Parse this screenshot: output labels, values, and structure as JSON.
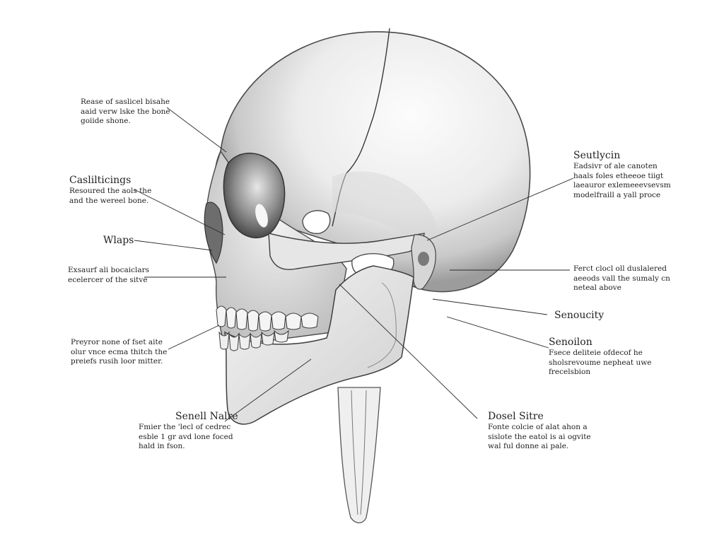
{
  "labels": {
    "l1": {
      "title": "",
      "desc": [
        "Rease of saslicel bisahe",
        "aaid verw lske the bone",
        "goiide shone."
      ]
    },
    "l2": {
      "title": "Caslilticings",
      "desc": [
        "Resoured the aols the",
        "and the wereel bone."
      ]
    },
    "l3": {
      "title": "Wlaps",
      "desc": []
    },
    "l4": {
      "title": "",
      "desc": [
        "Exsaurf ali bocaiclars",
        "ecelercer of the sitve"
      ]
    },
    "l5": {
      "title": "",
      "desc": [
        "Preyror none of fset aite",
        "olur vnce ecma thitch the",
        "preiefs rusih loor mitter."
      ]
    },
    "l6": {
      "title": "Senell Nalre",
      "desc": [
        "Fmier the 'lecl of cedrec",
        "esble 1 gr avd lone foced",
        "hald in fson."
      ]
    },
    "r1": {
      "title": "Seutlycin",
      "desc": [
        "Eadsivr of ale canoten",
        "haals foles etheeoe tiigt",
        "laeauror exlemeeevsevsm",
        "modelfraill a yall proce"
      ]
    },
    "r2": {
      "title": "",
      "desc": [
        "Ferct clocl oll duslalered",
        "aeeods vall the sumaly cn",
        "neteal above"
      ]
    },
    "r3": {
      "title": "Senoucity",
      "desc": []
    },
    "r4": {
      "title": "Senoilon",
      "desc": [
        "Fsece deliteie ofdecof he",
        "sholsrevoume nepheat uwe",
        "frecelsbion"
      ]
    },
    "r5": {
      "title": "Dosel Sitre",
      "desc": [
        "Fonte colcie of alat ahon a",
        "sislote the eatol is ai ogvite",
        "wal ful donne ai pale."
      ]
    }
  }
}
